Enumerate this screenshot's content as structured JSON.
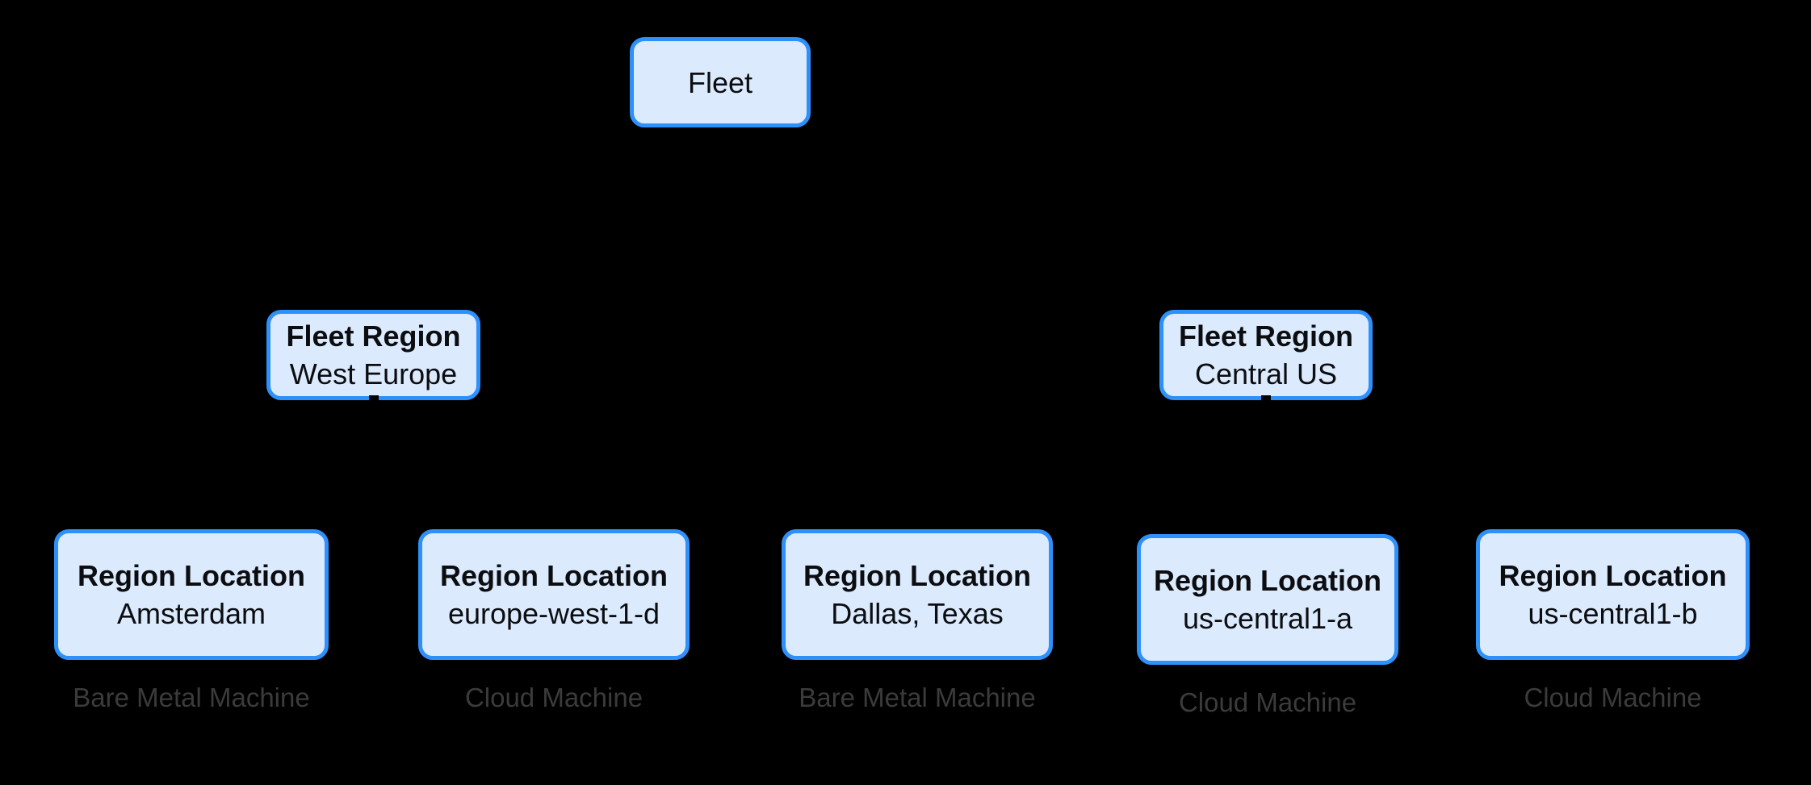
{
  "diagram": {
    "background_color": "#000000",
    "node_style": {
      "fill_color": "#dbeafd",
      "border_color": "#2e90fa",
      "text_color": "#0c0d10",
      "machine_label_color": "#3b3b3d"
    },
    "root": {
      "title": "Fleet"
    },
    "regions": [
      {
        "title": "Fleet Region",
        "subtitle": "West Europe"
      },
      {
        "title": "Fleet Region",
        "subtitle": "Central US"
      }
    ],
    "locations": [
      {
        "title": "Region Location",
        "subtitle": "Amsterdam",
        "machine_type": "Bare Metal Machine"
      },
      {
        "title": "Region Location",
        "subtitle": "europe-west-1-d",
        "machine_type": "Cloud Machine"
      },
      {
        "title": "Region Location",
        "subtitle": "Dallas, Texas",
        "machine_type": "Bare Metal Machine"
      },
      {
        "title": "Region Location",
        "subtitle": "us-central1-a",
        "machine_type": "Cloud Machine"
      },
      {
        "title": "Region Location",
        "subtitle": "us-central1-b",
        "machine_type": "Cloud Machine"
      }
    ]
  }
}
